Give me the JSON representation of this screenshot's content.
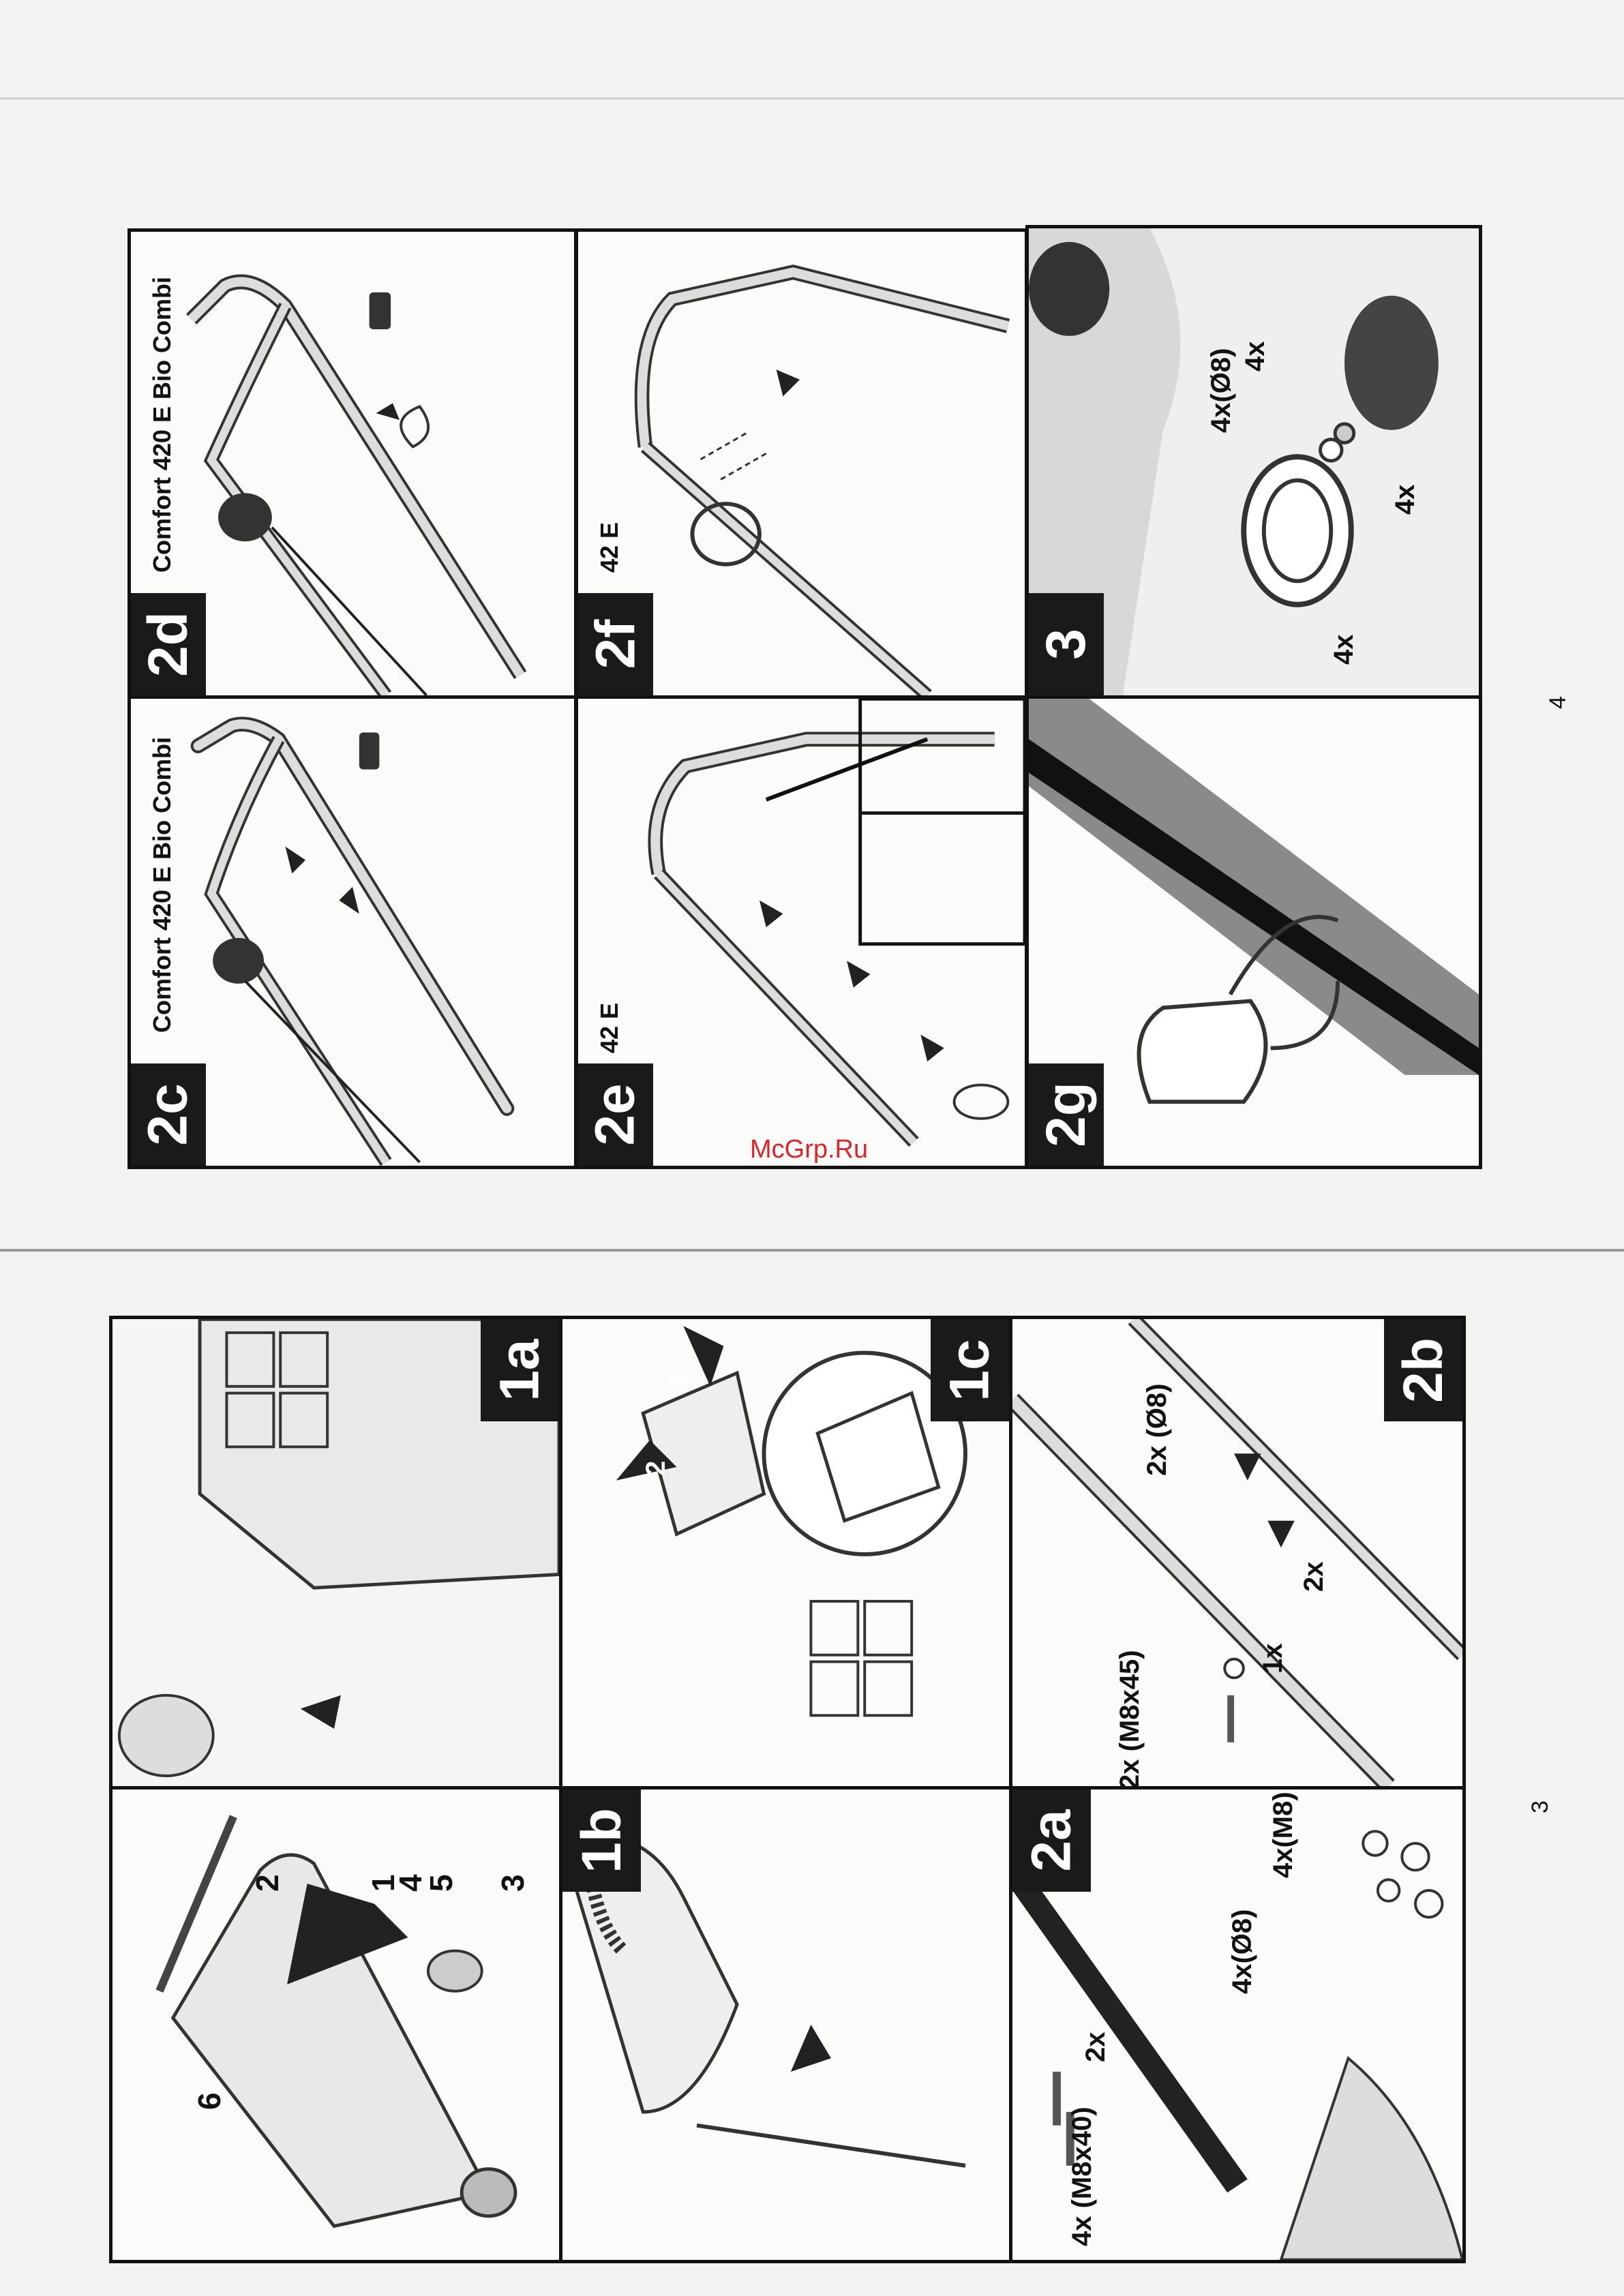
{
  "watermark": "McGrp.Ru",
  "page_numbers": {
    "left": "3",
    "right": "4"
  },
  "panels": {
    "p1": {
      "callouts": [
        "6",
        "2",
        "1",
        "4",
        "5",
        "3"
      ]
    },
    "p1a": {
      "tag": "1a"
    },
    "p1b": {
      "tag": "1b"
    },
    "p1c": {
      "tag": "1c",
      "arrows": [
        "1",
        "2"
      ]
    },
    "p2a": {
      "tag": "2a",
      "labels": [
        "2x",
        "4x (M8x40)",
        "4x(Ø8)",
        "4x(M8)"
      ]
    },
    "p2b": {
      "tag": "2b",
      "labels": [
        "2x (Ø8)",
        "2x",
        "1x",
        "2x (M8x45)"
      ]
    },
    "p2c": {
      "tag": "2c",
      "title": "Comfort 420 E Bio Combi"
    },
    "p2d": {
      "tag": "2d",
      "title": "Comfort 420 E Bio Combi"
    },
    "p2e": {
      "tag": "2e",
      "title": "42 E"
    },
    "p2f": {
      "tag": "2f",
      "title": "42 E"
    },
    "p2g": {
      "tag": "2g"
    },
    "p3": {
      "tag": "3",
      "labels": [
        "4x(Ø8)",
        "4x",
        "4x",
        "4x"
      ]
    }
  }
}
